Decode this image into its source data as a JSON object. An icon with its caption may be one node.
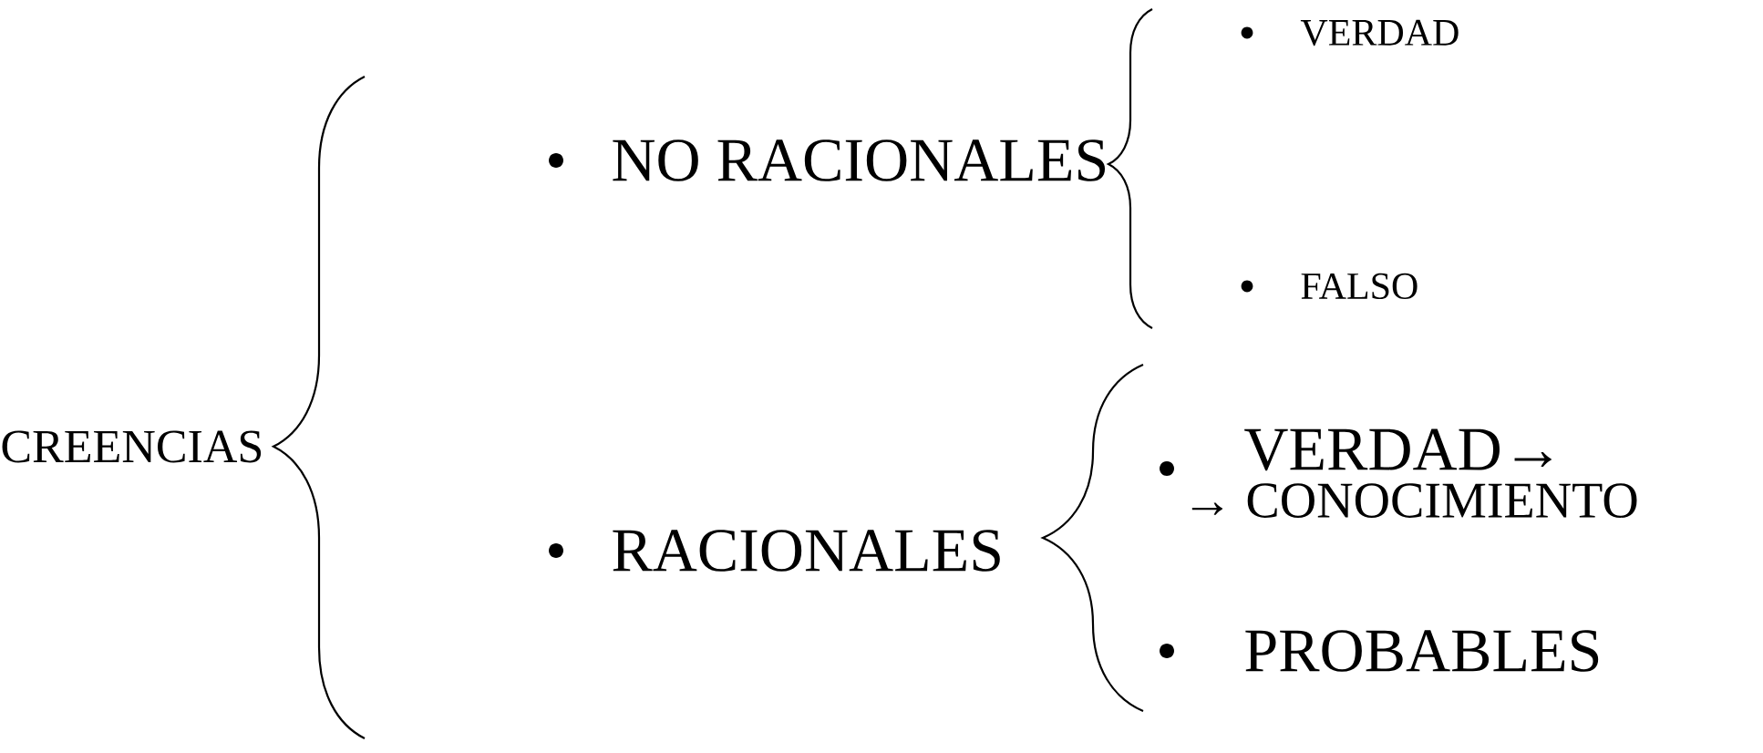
{
  "diagram": {
    "nodes": [
      {
        "text": [
          "CREENCIAS"
        ]
      },
      {
        "text": [
          "NO RACIONALES"
        ]
      },
      {
        "text": [
          "RACIONALES"
        ]
      },
      {
        "text": [
          "VERDAD"
        ]
      },
      {
        "text": [
          "FALSO"
        ]
      },
      {
        "text": [
          "VERDAD→",
          "→ CONOCIMIENTO"
        ]
      },
      {
        "text": [
          "PROBABLES"
        ]
      }
    ]
  }
}
